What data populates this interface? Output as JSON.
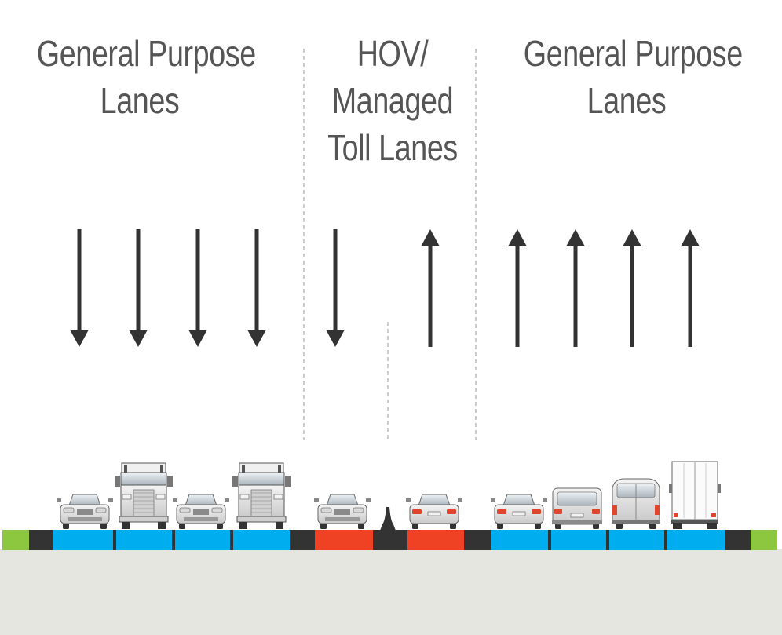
{
  "labels": {
    "left": {
      "line1": "General Purpose",
      "line2": "Lanes"
    },
    "middle": {
      "line1": "HOV/",
      "line2": "Managed",
      "line3": "Toll Lanes"
    },
    "right": {
      "line1": "General Purpose",
      "line2": "Lanes"
    }
  },
  "lane_arrows": [
    "down",
    "down",
    "down",
    "down",
    "down",
    "up",
    "up",
    "up",
    "up",
    "up"
  ],
  "lane_colors": {
    "general_purpose": "#00aeef",
    "managed_toll": "#ef4123",
    "shoulder": "#333333",
    "grass": "#8dc63f",
    "ground": "#e6e6e0",
    "arrow": "#333333",
    "label": "#555555"
  },
  "vehicles": [
    {
      "kind": "car-front",
      "icon": "sedan-icon"
    },
    {
      "kind": "truck-front",
      "icon": "semi-truck-icon"
    },
    {
      "kind": "car-front",
      "icon": "sedan-icon"
    },
    {
      "kind": "truck-front",
      "icon": "semi-truck-icon"
    },
    {
      "kind": "car-front",
      "icon": "sedan-icon"
    },
    {
      "kind": "car-rear",
      "icon": "sedan-rear-icon"
    },
    {
      "kind": "car-rear",
      "icon": "sedan-rear-icon"
    },
    {
      "kind": "suv-rear",
      "icon": "suv-rear-icon"
    },
    {
      "kind": "van-rear",
      "icon": "van-rear-icon"
    },
    {
      "kind": "box-truck-rear",
      "icon": "box-truck-rear-icon"
    }
  ]
}
